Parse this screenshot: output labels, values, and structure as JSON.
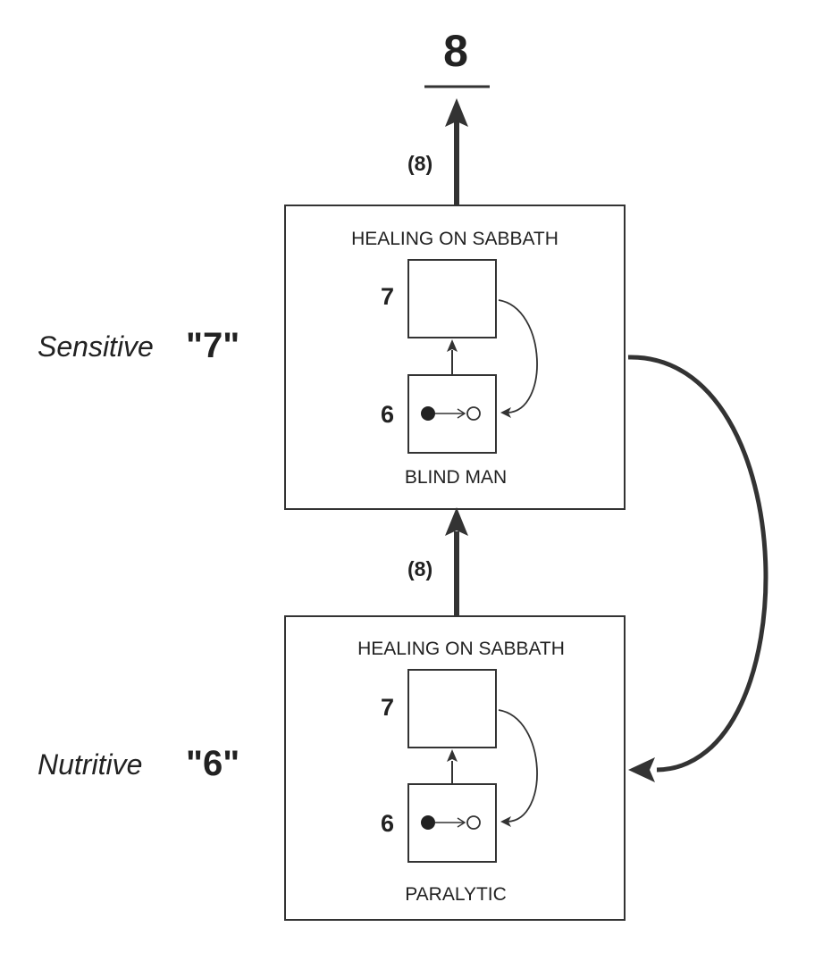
{
  "top": {
    "number": "8"
  },
  "upper_arrow": {
    "label": "(8)"
  },
  "middle_arrow": {
    "label": "(8)"
  },
  "levels": {
    "sensitive": {
      "label": "Sensitive",
      "number": "\"7\""
    },
    "nutritive": {
      "label": "Nutritive",
      "number": "\"6\""
    }
  },
  "boxes": {
    "upper": {
      "title": "HEALING ON SABBATH",
      "stage_top": "7",
      "stage_bottom": "6",
      "caption": "BLIND MAN"
    },
    "lower": {
      "title": "HEALING ON SABBATH",
      "stage_top": "7",
      "stage_bottom": "6",
      "caption": "PARALYTIC"
    }
  },
  "colors": {
    "line": "#333333",
    "text": "#222222"
  }
}
